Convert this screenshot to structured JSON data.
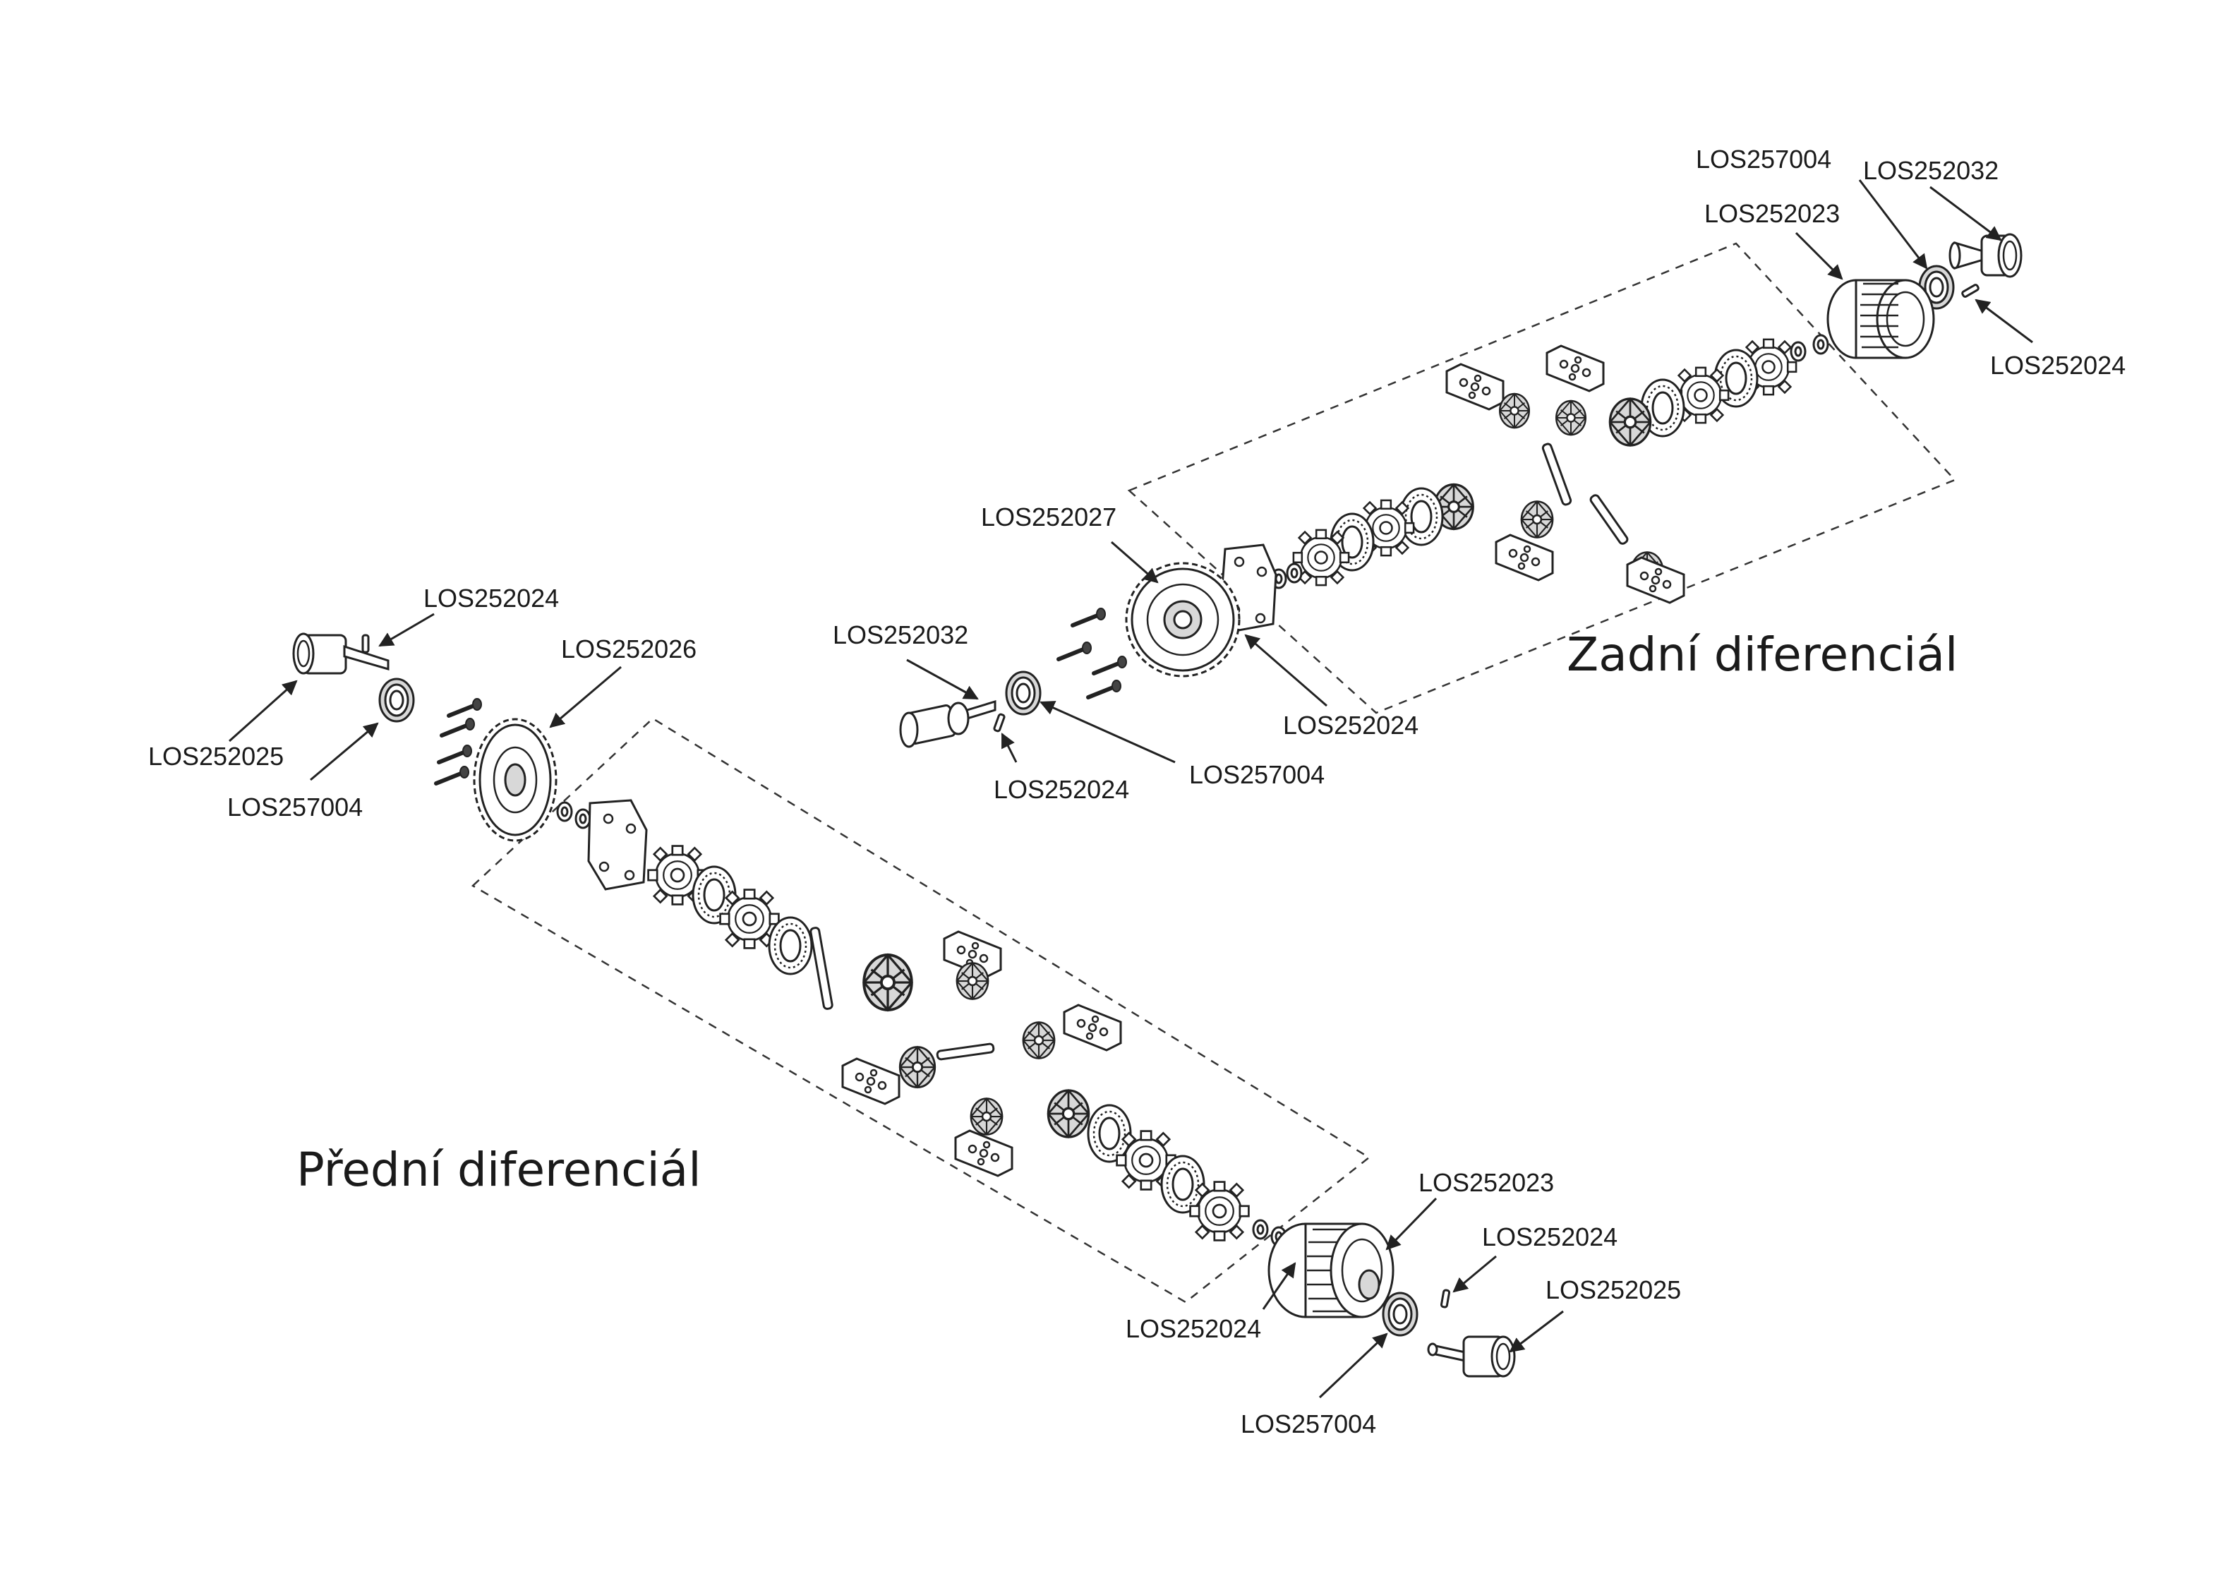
{
  "titles": {
    "rear": "Zadní diferenciál",
    "front": "Přední diferenciál"
  },
  "labels": {
    "rear_bearing_top": "LOS257004",
    "rear_outdrive_top": "LOS252032",
    "rear_housing": "LOS252023",
    "rear_pin_right": "LOS252024",
    "rear_spur_gear": "LOS252027",
    "rear_outdrive_left": "LOS252032",
    "rear_pin_left": "LOS252024",
    "rear_bearing_left": "LOS257004",
    "rear_seal_kit": "LOS252024",
    "front_pin_top": "LOS252024",
    "front_ring_gear": "LOS252026",
    "front_outdrive_left": "LOS252025",
    "front_bearing_left": "LOS257004",
    "front_housing": "LOS252023",
    "front_pin_right": "LOS252024",
    "front_outdrive_right": "LOS252025",
    "front_seal_kit": "LOS252024",
    "front_bearing_bottom": "LOS257004"
  }
}
